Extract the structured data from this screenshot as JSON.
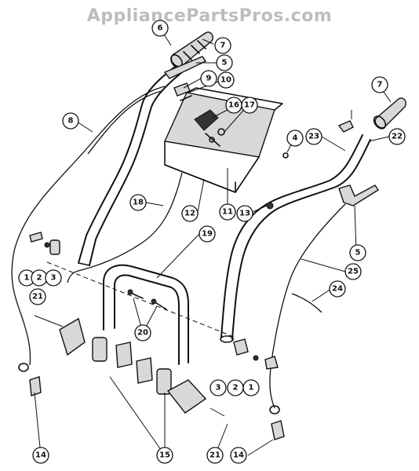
{
  "watermark": "AppliancePartsPros.com",
  "callouts": [
    {
      "id": "c6",
      "label": "6"
    },
    {
      "id": "c7a",
      "label": "7"
    },
    {
      "id": "c5a",
      "label": "5"
    },
    {
      "id": "c9",
      "label": "9"
    },
    {
      "id": "c10",
      "label": "10"
    },
    {
      "id": "c8",
      "label": "8"
    },
    {
      "id": "c16",
      "label": "16"
    },
    {
      "id": "c17",
      "label": "17"
    },
    {
      "id": "c4",
      "label": "4"
    },
    {
      "id": "c23",
      "label": "23"
    },
    {
      "id": "c22",
      "label": "22"
    },
    {
      "id": "c7b",
      "label": "7"
    },
    {
      "id": "c18",
      "label": "18"
    },
    {
      "id": "c12",
      "label": "12"
    },
    {
      "id": "c11",
      "label": "11"
    },
    {
      "id": "c13",
      "label": "13"
    },
    {
      "id": "c19",
      "label": "19"
    },
    {
      "id": "c5b",
      "label": "5"
    },
    {
      "id": "c25",
      "label": "25"
    },
    {
      "id": "c24",
      "label": "24"
    },
    {
      "id": "c1a",
      "label": "1"
    },
    {
      "id": "c2a",
      "label": "2"
    },
    {
      "id": "c3a",
      "label": "3"
    },
    {
      "id": "c21a",
      "label": "21"
    },
    {
      "id": "c20",
      "label": "20"
    },
    {
      "id": "c3b",
      "label": "3"
    },
    {
      "id": "c2b",
      "label": "2"
    },
    {
      "id": "c1b",
      "label": "1"
    },
    {
      "id": "c14a",
      "label": "14"
    },
    {
      "id": "c15",
      "label": "15"
    },
    {
      "id": "c21b",
      "label": "21"
    },
    {
      "id": "c14b",
      "label": "14"
    }
  ]
}
